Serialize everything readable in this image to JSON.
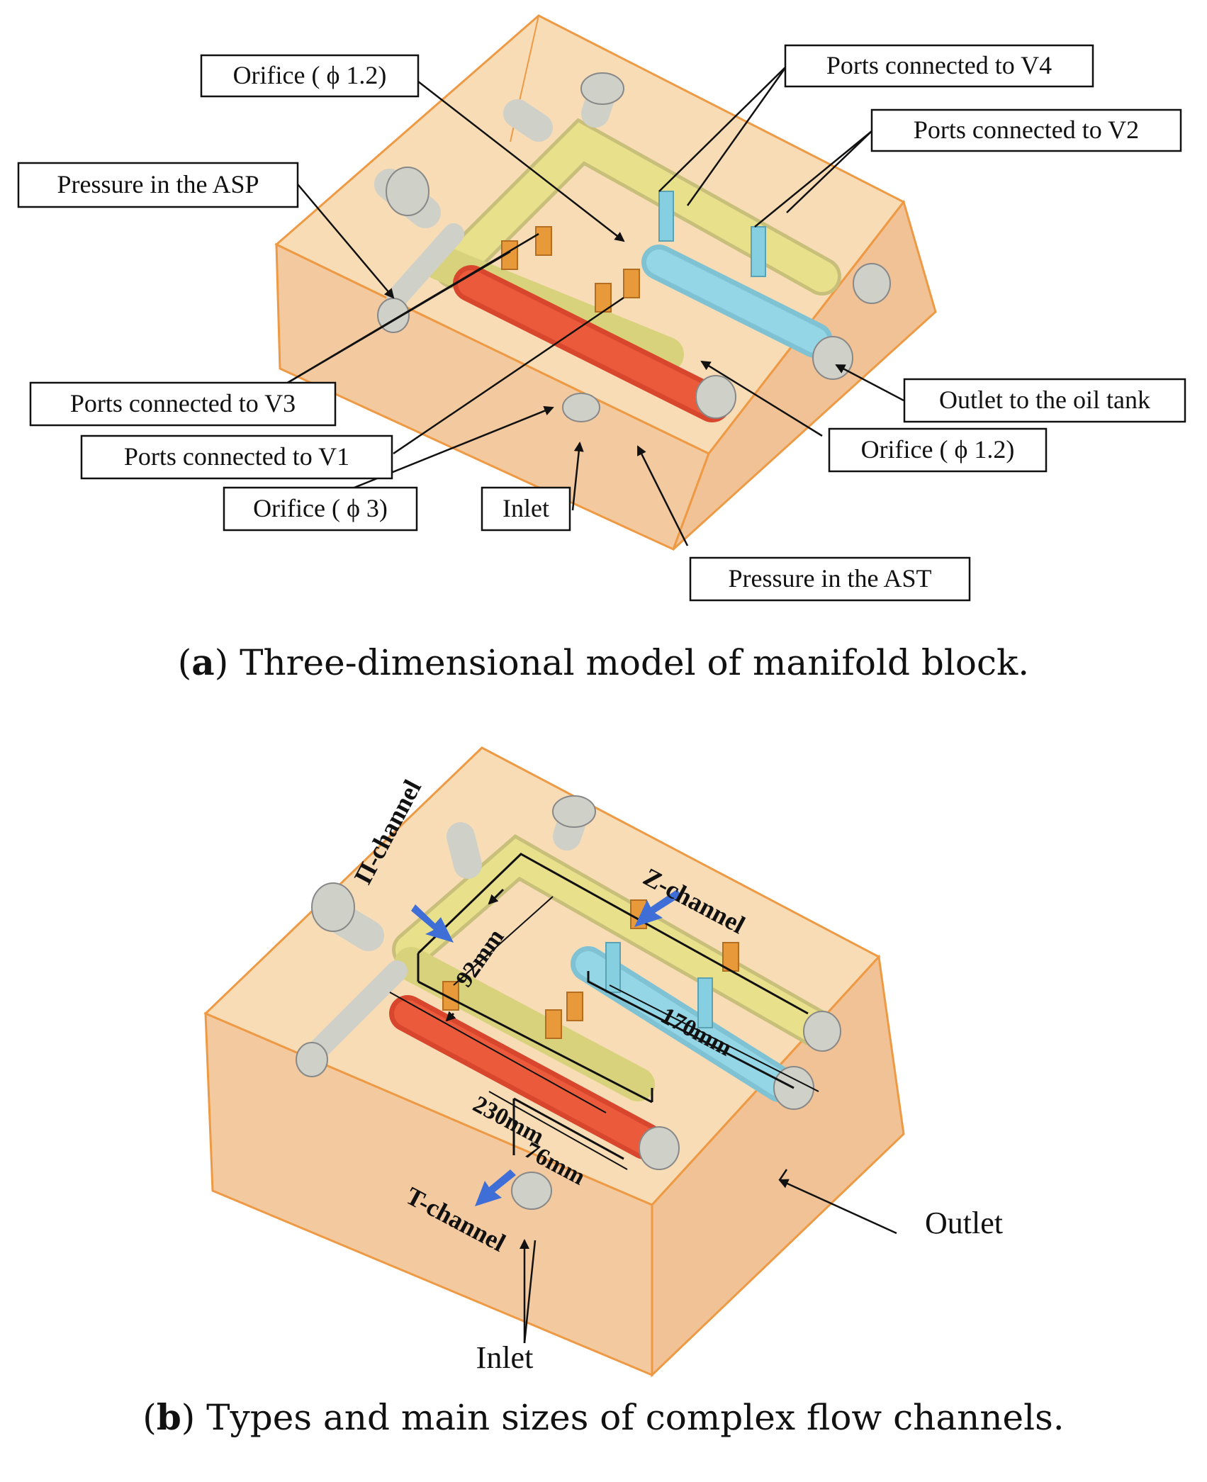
{
  "panel_a": {
    "labels": {
      "orifice_top": "Orifice ( ϕ 1.2)",
      "ports_v4": "Ports connected to V4",
      "ports_v2": "Ports connected to V2",
      "pressure_asp": "Pressure in the ASP",
      "ports_v3": "Ports connected to V3",
      "ports_v1": "Ports connected to V1",
      "orifice_3": "Orifice ( ϕ 3)",
      "inlet": "Inlet",
      "pressure_ast": "Pressure in the AST",
      "outlet_oil": "Outlet to the oil tank",
      "orifice_right": "Orifice ( ϕ 1.2)"
    },
    "caption_letter": "a",
    "caption_text": ") Three-dimensional model of manifold block."
  },
  "panel_b": {
    "labels": {
      "pi_channel": "Π-channel",
      "z_channel": "Z-channel",
      "t_channel": "T-channel",
      "dim_92": "92mm",
      "dim_170": "170mm",
      "dim_230": "230mm",
      "dim_76": "76mm",
      "outlet": "Outlet",
      "inlet": "Inlet"
    },
    "caption_letter": "b",
    "caption_text": ") Types and main sizes of complex flow channels."
  },
  "colors": {
    "block_fill": "#f6d3a8",
    "block_edge": "#ee9a45",
    "yellow_pipe": "#e8e08a",
    "red_pipe": "#e8553a",
    "blue_pipe": "#86cfe0",
    "orange_port": "#e89a3a",
    "gray_fitting": "#cfd0c8",
    "arrow_blue": "#3f6fd6"
  }
}
